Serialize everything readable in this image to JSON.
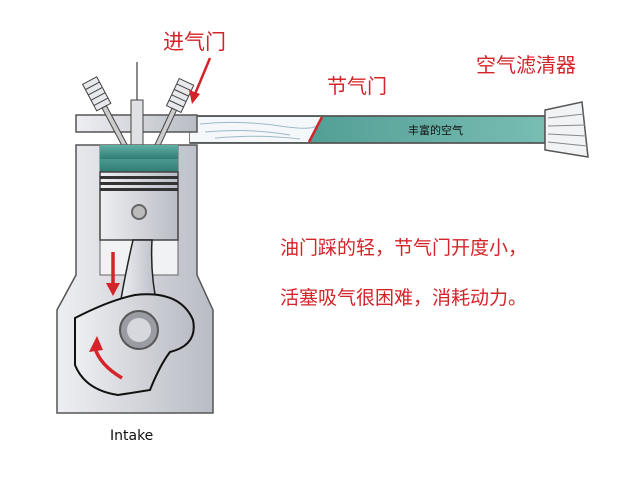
{
  "labels": {
    "intake_valve": "进气门",
    "throttle": "节气门",
    "air_filter": "空气滤清器",
    "rich_air": "丰富的空气",
    "caption": "Intake"
  },
  "description_lines": [
    "油门踩的轻，节气门开度小，",
    "活塞吸气很困难，消耗动力。"
  ],
  "colors": {
    "accent_red": "#d4242a",
    "teal": "#4e9c93",
    "metal": "#d9dbe0"
  }
}
